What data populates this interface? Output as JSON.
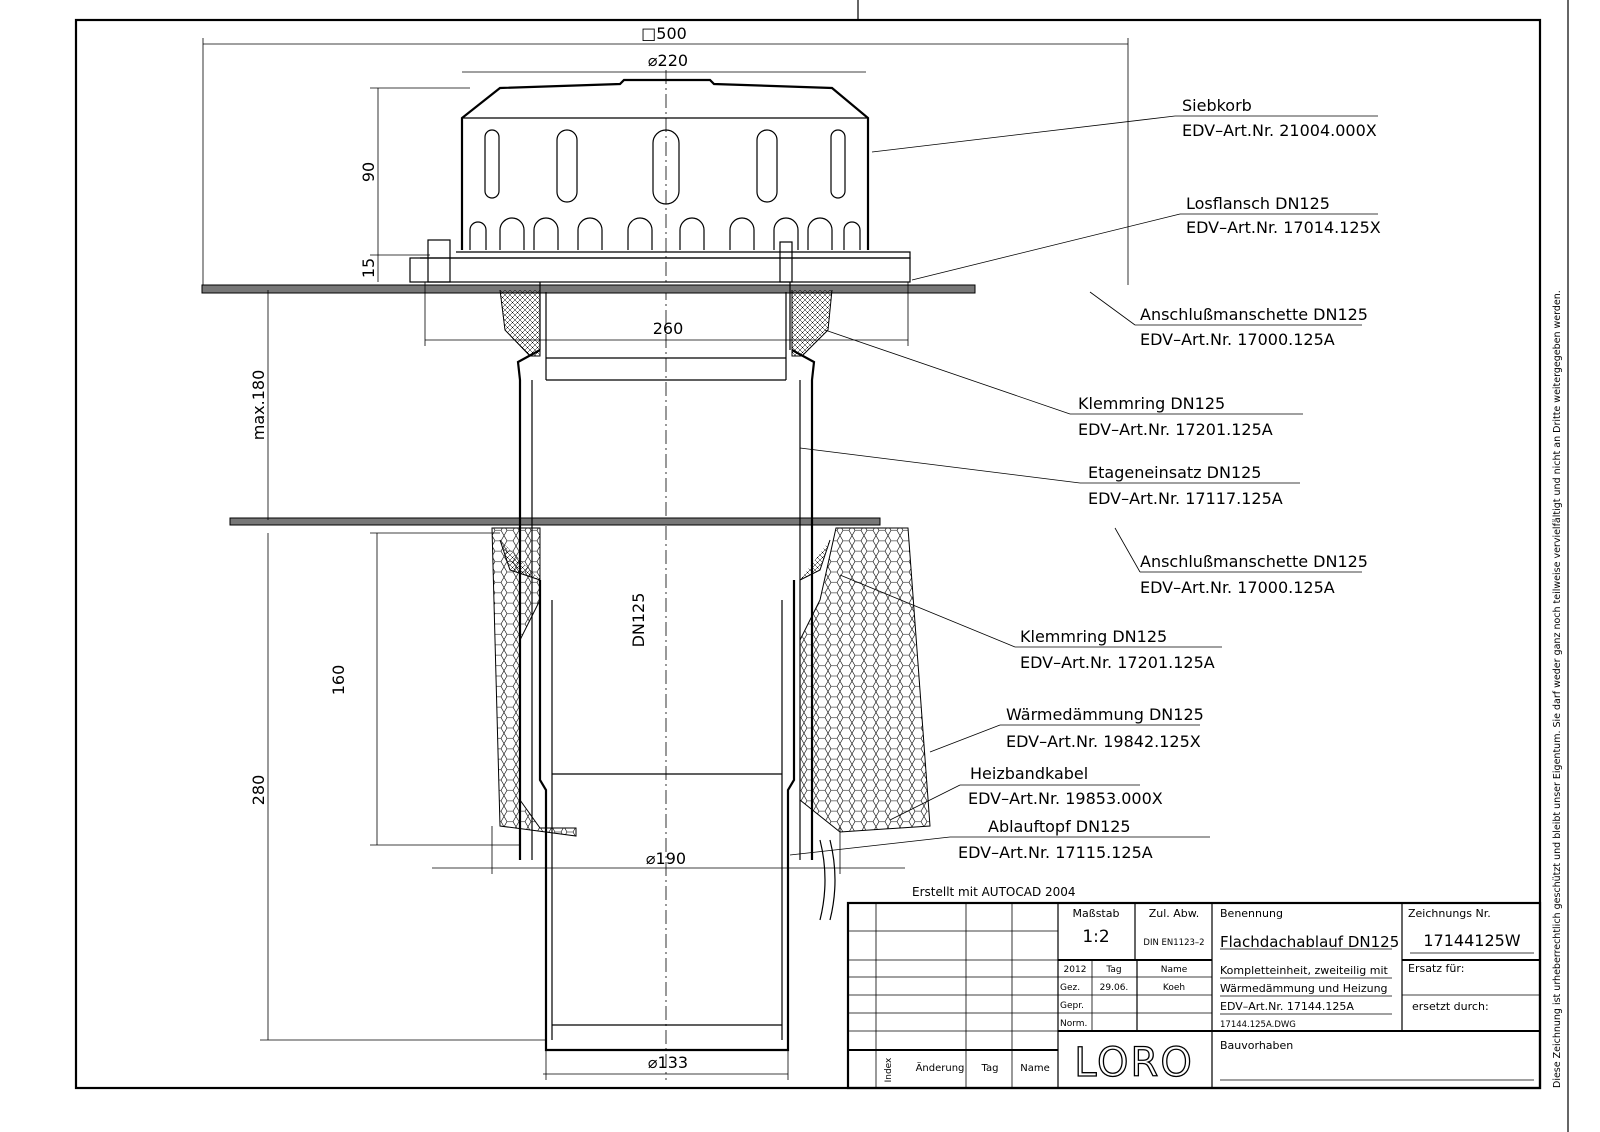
{
  "dimensions": {
    "square_500": "□500",
    "dia_220": "⌀220",
    "h_90": "90",
    "h_15": "15",
    "max_180": "max.180",
    "w_260": "260",
    "dn125": "DN125",
    "h_160": "160",
    "h_280": "280",
    "dia_190": "⌀190",
    "dia_133": "⌀133"
  },
  "parts": [
    {
      "name": "Siebkorb",
      "art": "EDV–Art.Nr. 21004.000X"
    },
    {
      "name": "Losflansch DN125",
      "art": "EDV–Art.Nr. 17014.125X"
    },
    {
      "name": "Anschlußmanschette DN125",
      "art": "EDV–Art.Nr. 17000.125A"
    },
    {
      "name": "Klemmring DN125",
      "art": "EDV–Art.Nr. 17201.125A"
    },
    {
      "name": "Etageneinsatz DN125",
      "art": "EDV–Art.Nr. 17117.125A"
    },
    {
      "name": "Anschlußmanschette DN125",
      "art": "EDV–Art.Nr. 17000.125A"
    },
    {
      "name": "Klemmring DN125",
      "art": "EDV–Art.Nr. 17201.125A"
    },
    {
      "name": "Wärmedämmung DN125",
      "art": "EDV–Art.Nr. 19842.125X"
    },
    {
      "name": "Heizbandkabel",
      "art": "EDV–Art.Nr. 19853.000X"
    },
    {
      "name": "Ablauftopf DN125",
      "art": "EDV–Art.Nr. 17115.125A"
    }
  ],
  "created_with": "Erstellt mit AUTOCAD 2004",
  "title_block": {
    "scale_label": "Maßstab",
    "scale": "1:2",
    "tolerance_label": "Zul. Abw.",
    "tolerance": "DIN EN1123–2",
    "designation_label": "Benennung",
    "designation": "Flachdachablauf DN125",
    "drawing_no_label": "Zeichnungs Nr.",
    "drawing_no": "17144125W",
    "year": "2012",
    "day_label": "Tag",
    "name_label": "Name",
    "drawn_label": "Gez.",
    "drawn_day": "29.06.",
    "drawn_name": "Koeh",
    "checked_label": "Gepr.",
    "norm_label": "Norm.",
    "desc_line1": "Kompletteinheit, zweiteilig mit",
    "desc_line2": "Wärmedämmung und Heizung",
    "desc_line3": "EDV–Art.Nr. 17144.125A",
    "file": "17144.125A.DWG",
    "replaces_label": "Ersatz für:",
    "replaced_by_label": "ersetzt durch:",
    "project_label": "Bauvorhaben",
    "logo": "LORO",
    "index_label": "Index",
    "change_label": "Änderung",
    "rev_day_label": "Tag",
    "rev_name_label": "Name"
  },
  "copyright": "Diese Zeichnung ist urheberrechtlich geschützt und bleibt unser Eigentum. Sie darf weder ganz noch teilweise vervielfältigt und nicht an Dritte weitergegeben werden."
}
